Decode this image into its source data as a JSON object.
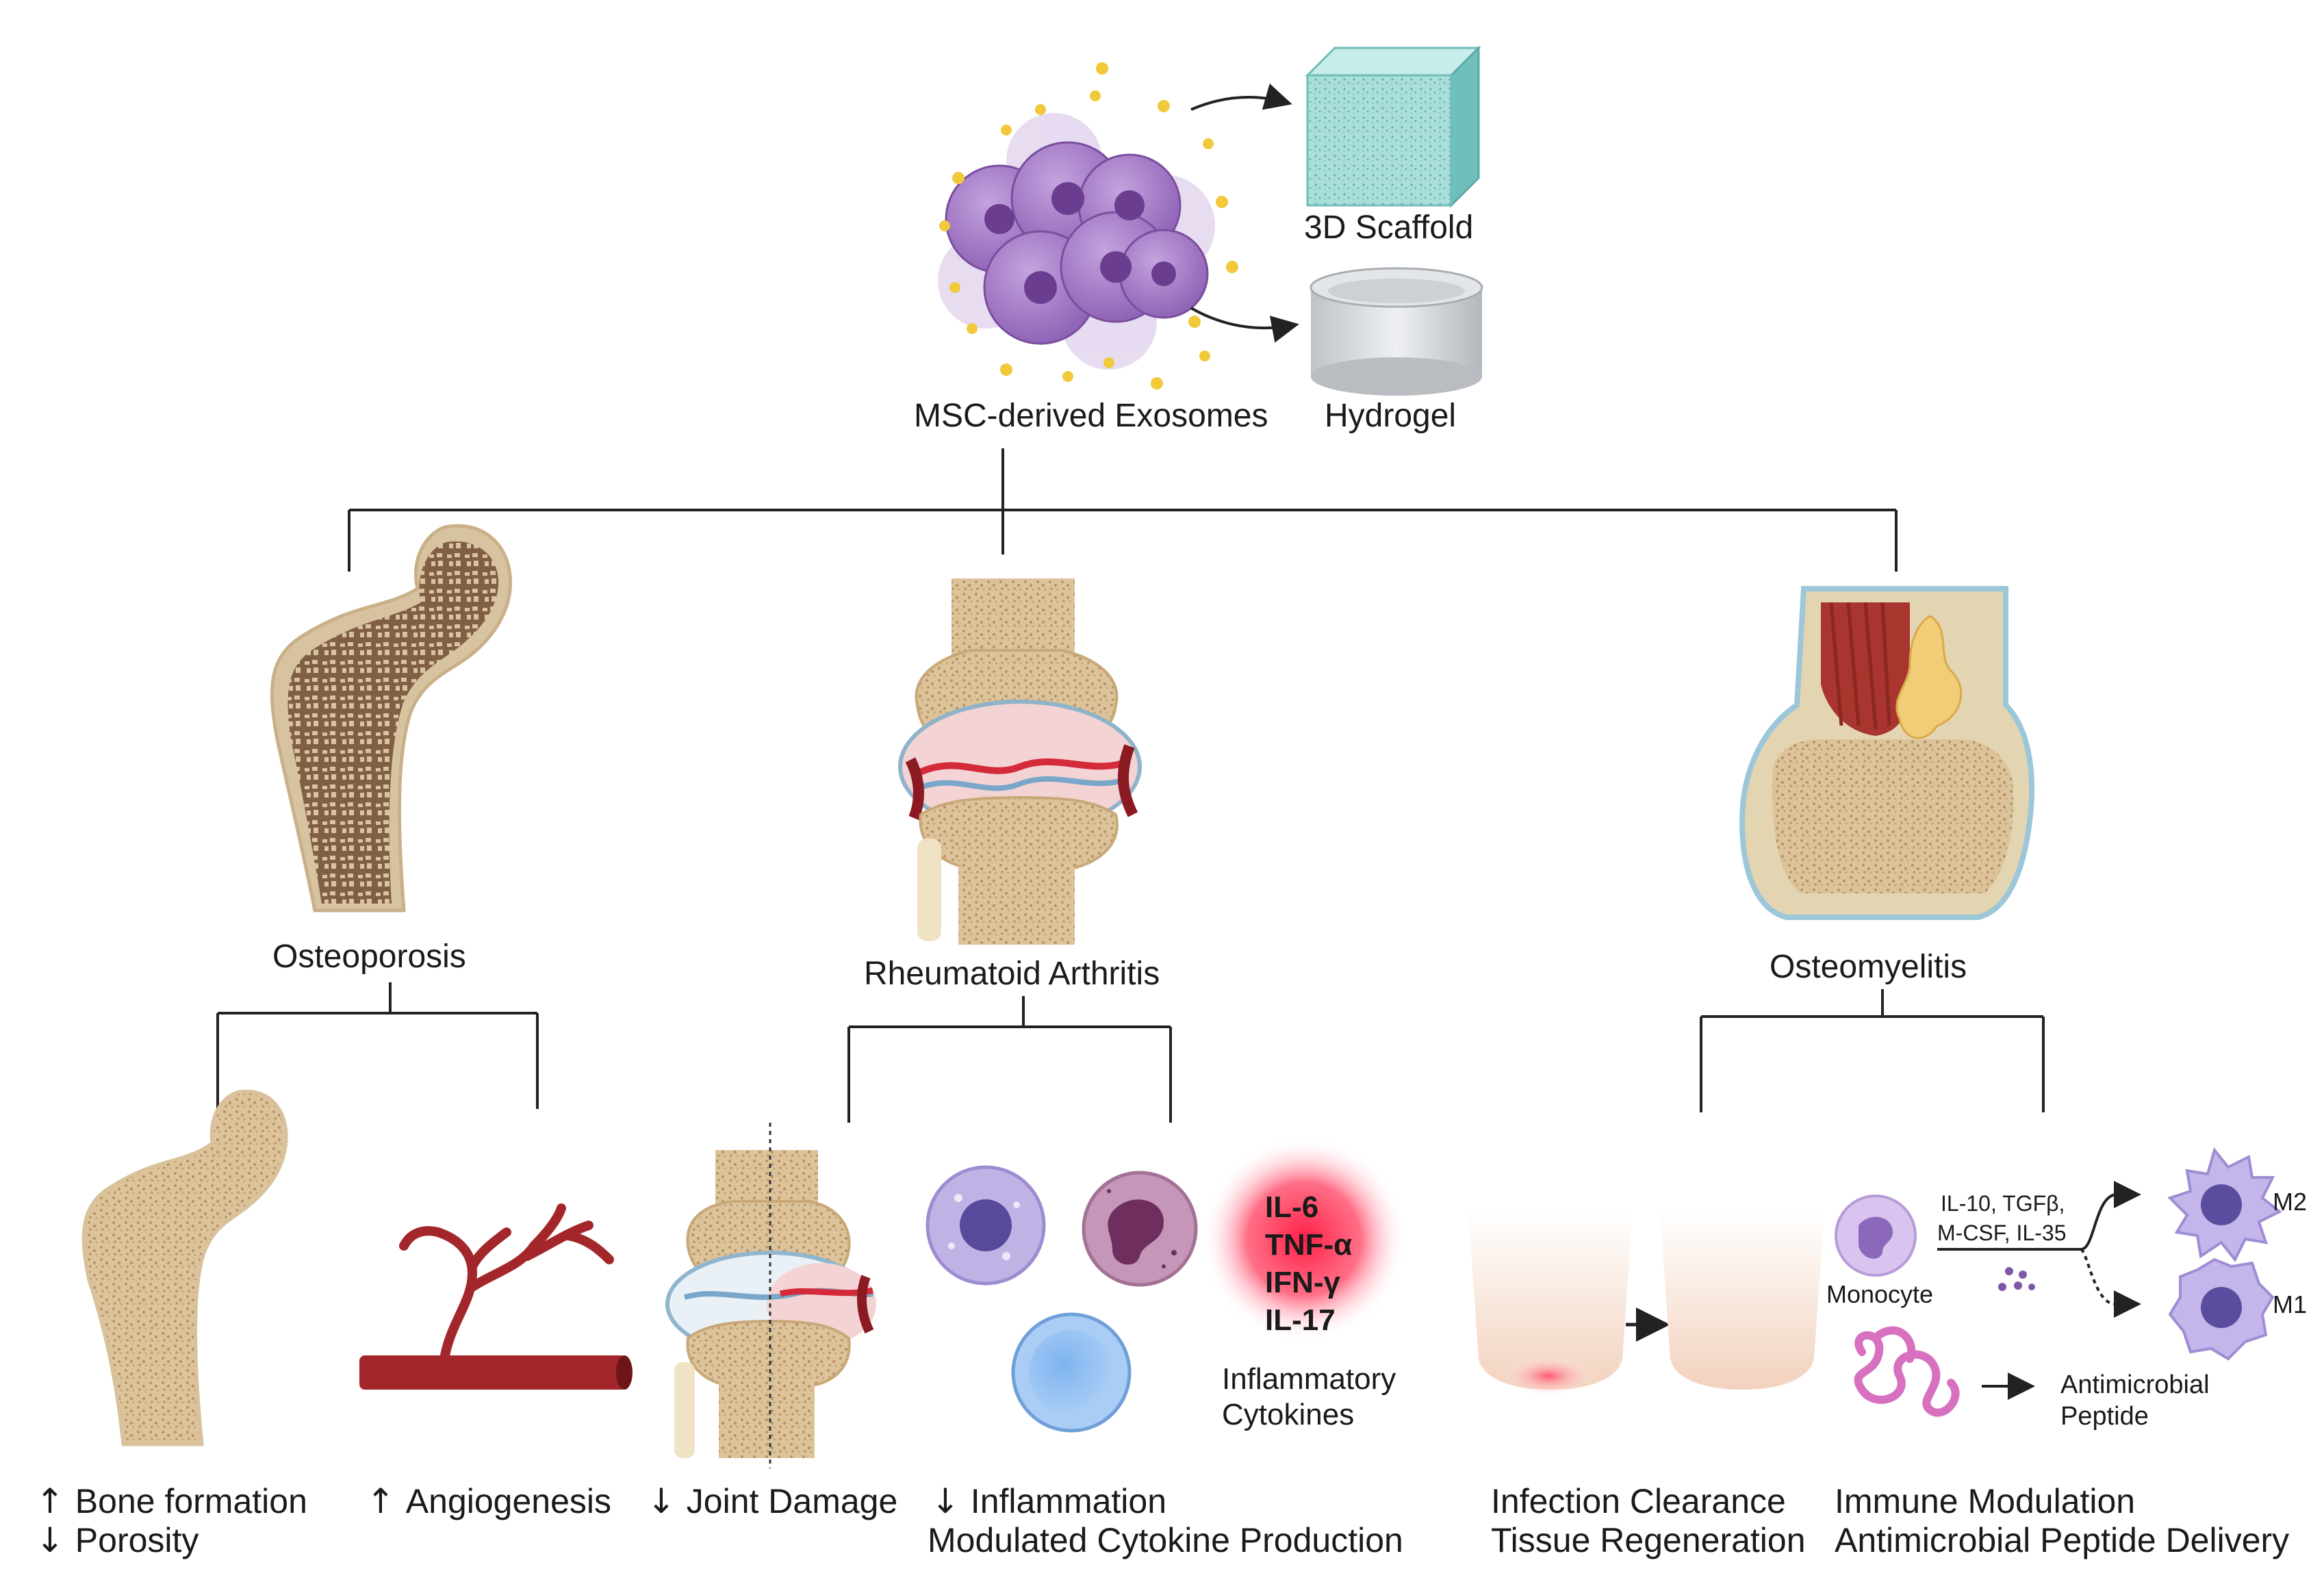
{
  "top": {
    "exosomes": "MSC-derived Exosomes",
    "scaffold": "3D Scaffold",
    "hydrogel": "Hydrogel"
  },
  "diseases": {
    "osteoporosis": "Osteoporosis",
    "ra": "Rheumatoid Arthritis",
    "osteomyelitis": "Osteomyelitis"
  },
  "ra_detail": {
    "cytokines": [
      "IL-6",
      "TNF-α",
      "IFN-γ",
      "IL-17"
    ],
    "cytokines_caption": [
      "Inflammatory",
      "Cytokines"
    ]
  },
  "osteomyelitis_detail": {
    "monocyte": "Monocyte",
    "signals": [
      "IL-10, TGFβ,",
      "M-CSF, IL-35"
    ],
    "m2": "M2",
    "m1": "M1",
    "peptide": [
      "Antimicrobial",
      "Peptide"
    ]
  },
  "outcomes": {
    "bone_up": "Bone formation",
    "porosity_down": "Porosity",
    "angiogenesis_up": "Angiogenesis",
    "joint_down": "Joint Damage",
    "inflammation_down": "Inflammation",
    "cytokine_mod": "Modulated Cytokine Production",
    "infection": "Infection Clearance",
    "tissue": "Tissue Regeneration",
    "immune": "Immune Modulation",
    "peptide_delivery": "Antimicrobial Peptide Delivery"
  },
  "colors": {
    "line": "#222222",
    "bone": "#e6d3ae",
    "bone_dark": "#7a5a3e",
    "cell": "#9b6fbf",
    "scaffold": "#9fd8d6",
    "vessel": "#a3272a",
    "inflame": "#e0203a"
  }
}
